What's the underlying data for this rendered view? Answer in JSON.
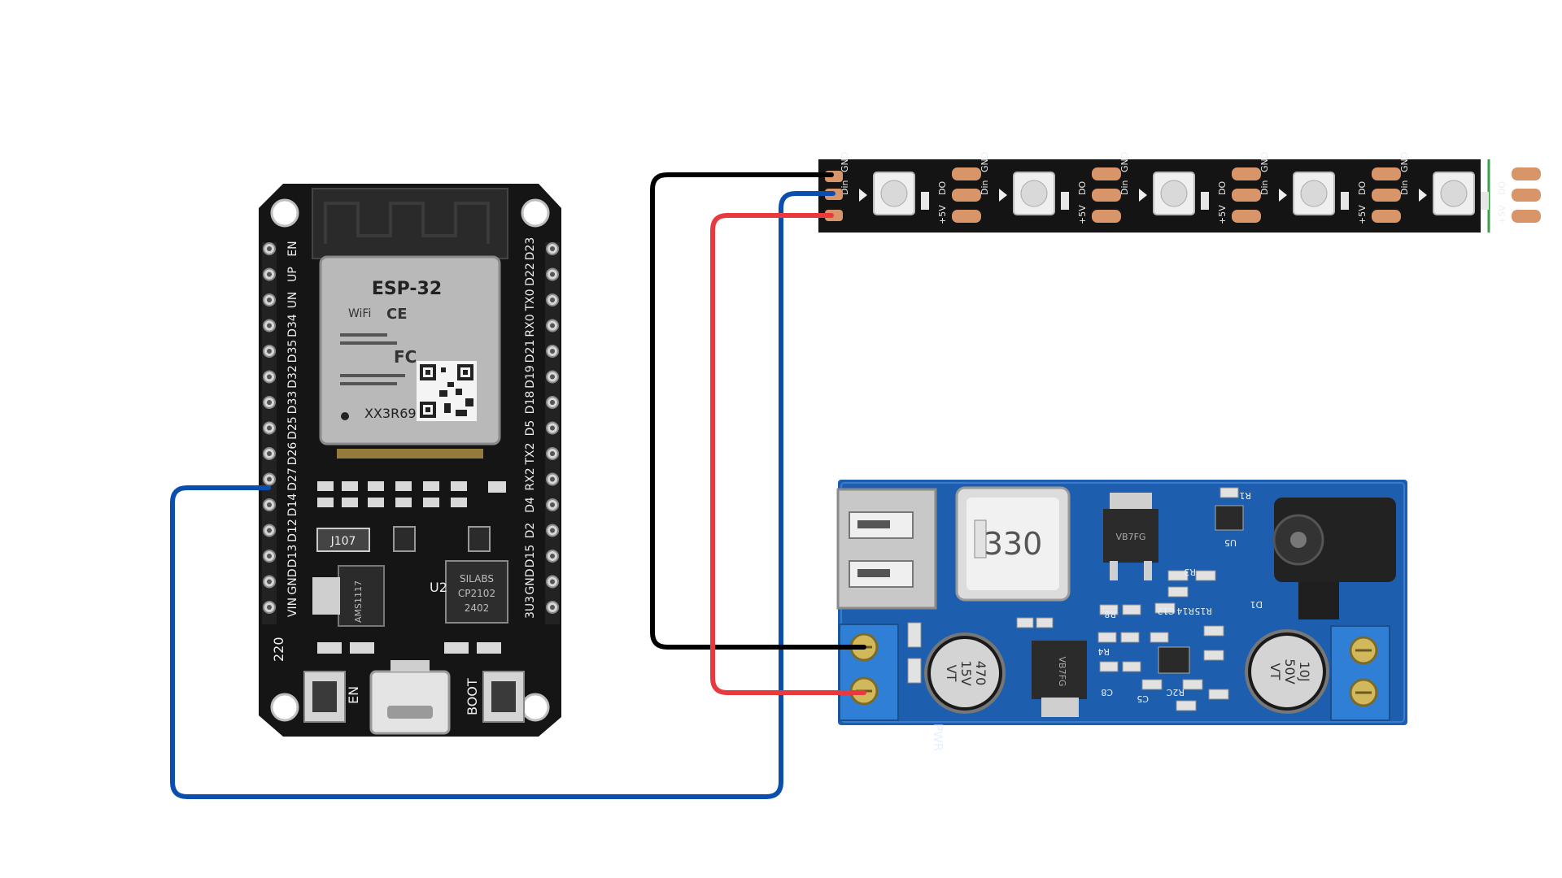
{
  "esp32": {
    "module_name": "ESP-32",
    "module_code": "XX3R69",
    "regulator_label": "J107",
    "usb_chip_text": "SILABS",
    "usb_chip_model": "CP2102",
    "usb_chip_code": "2402",
    "u2_label": "U2",
    "left_pins": [
      "EN",
      "UP",
      "UN",
      "D34",
      "D35",
      "D32",
      "D33",
      "D25",
      "D26",
      "D27",
      "D14",
      "D12",
      "D13",
      "GND",
      "VIN"
    ],
    "right_pins": [
      "D23",
      "D22",
      "TX0",
      "RX0",
      "D21",
      "D19",
      "D18",
      "D5",
      "TX2",
      "RX2",
      "D4",
      "D2",
      "D15",
      "GND",
      "3U3"
    ],
    "en_button_label": "EN",
    "boot_button_label": "BOOT",
    "resistor_label": "220"
  },
  "led_strip": {
    "pad_labels": [
      "Din",
      "GND",
      "+5V",
      "DO"
    ],
    "segment_count": 5
  },
  "converter": {
    "inductor_label": "330",
    "cap_left": [
      "470",
      "15V",
      "VT"
    ],
    "cap_right": [
      "10J",
      "50V",
      "VT"
    ],
    "pwr_label": "PWR",
    "chip_labels": [
      "VB7FG",
      "U5",
      "R1",
      "R3",
      "C12",
      "R14",
      "R15",
      "R8",
      "R4",
      "C8",
      "C5",
      "R2C",
      "D1"
    ]
  },
  "wires": [
    {
      "name": "gpio-data-wire",
      "color": "#0a4fad"
    },
    {
      "name": "ground-wire",
      "color": "#000000"
    },
    {
      "name": "power-5v-wire",
      "color": "#e8393f"
    }
  ]
}
